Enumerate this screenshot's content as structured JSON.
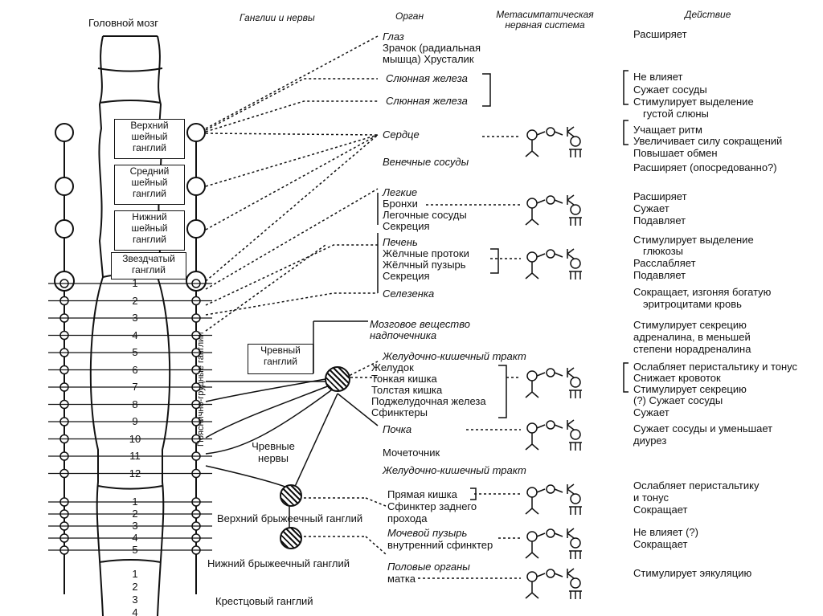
{
  "headers": {
    "brain": "Головной мозг",
    "ganglia": "Ганглии и нервы",
    "organ": "Орган",
    "metasym": "Метасимпатическая нервная система",
    "action": "Действие"
  },
  "ganglia_boxes": {
    "upper_cervical": [
      "Верхний",
      "шейный",
      "ганглий"
    ],
    "middle_cervical": [
      "Средний",
      "шейный",
      "ганглий"
    ],
    "lower_cervical": [
      "Нижний",
      "шейный",
      "ганглий"
    ],
    "stellate": [
      "Звездчатый",
      "ганглий"
    ],
    "celiac": [
      "Чревный",
      "ганглий"
    ]
  },
  "spinal_labels": {
    "thoracic": [
      "1",
      "2",
      "3",
      "4",
      "5",
      "6",
      "7",
      "8",
      "9",
      "10",
      "11",
      "12"
    ],
    "lumbar": [
      "1",
      "2",
      "3",
      "4",
      "5"
    ],
    "sacral": [
      "1",
      "2",
      "3",
      "4"
    ],
    "chain": "Пояснично-грудные ганглии"
  },
  "nerve_labels": {
    "celiac_nerves": "Чревные нервы",
    "sup_mesenteric": "Верхний брыжеечный ганглий",
    "inf_mesenteric": "Нижний брыжеечный ганглий",
    "sacral": "Крестцовый ганглий"
  },
  "organs": {
    "eye": "Глаз",
    "pupil": "Зрачок (радиальная",
    "lens": "мышца) Хрусталик",
    "saliv1": "Слюнная железа",
    "saliv2": "Слюнная железа",
    "heart": "Сердце",
    "coronary": "Венечные сосуды",
    "lungs": "Легкие",
    "bronchi": "Бронхи",
    "pulm_vessels": "Легочные сосуды",
    "secretion1": "Секреция",
    "liver": "Печень",
    "bile_ducts": "Жёлчные протоки",
    "gallbladder": "Жёлчный пузырь",
    "secretion2": "Секреция",
    "spleen": "Селезенка",
    "adrenal1": "Мозговое вещество",
    "adrenal2": "надпочечника",
    "gi_tract1": "Желудочно-кишечный тракт",
    "stomach": "Желудок",
    "small_int": "Тонкая кишка",
    "large_int": "Толстая кишка",
    "pancreas": "Поджелудочная железа",
    "sphincters": "Сфинктеры",
    "kidney": "Почка",
    "ureter": "Мочеточник",
    "gi_tract2": "Желудочно-кишечный тракт",
    "rectum": "Прямая кишка",
    "anal1": "Сфинктер заднего",
    "anal2": "прохода",
    "bladder": "Мочевой пузырь",
    "int_sphincter": "внутренний сфинктер",
    "genitals": "Половые органы",
    "uterus": "матка"
  },
  "actions": {
    "a1": "Расширяет",
    "a2": "Не влияет",
    "a3": "Сужает сосуды",
    "a4": "Стимулирует выделение",
    "a5": "густой слюны",
    "a6": "Учащает ритм",
    "a7": "Увеличивает силу сокращений",
    "a8": "Повышает обмен",
    "a9": "Расширяет (опосредованно?)",
    "a10": "Расширяет",
    "a11": "Сужает",
    "a12": "Подавляет",
    "a13": "Стимулирует выделение",
    "a14": "глюкозы",
    "a15": "Расслабляет",
    "a16": "Подавляет",
    "a17": "Сокращает, изгоняя богатую",
    "a18": "эритроцитами кровь",
    "a19": "Стимулирует секрецию",
    "a20": "адреналина, в меньшей",
    "a21": "степени норадреналина",
    "a22": "Ослабляет перистальтику и тонус",
    "a23": "Снижает кровоток",
    "a24": "Стимулирует секрецию",
    "a25": "(?) Сужает сосуды",
    "a26": "Сужает",
    "a27": "Сужает сосуды и уменьшает",
    "a28": "диурез",
    "a29": "Ослабляет перистальтику",
    "a30": "и тонус",
    "a31": "Сокращает",
    "a32": "Не влияет (?)",
    "a33": "Сокращает",
    "a34": "Стимулирует эякуляцию"
  }
}
